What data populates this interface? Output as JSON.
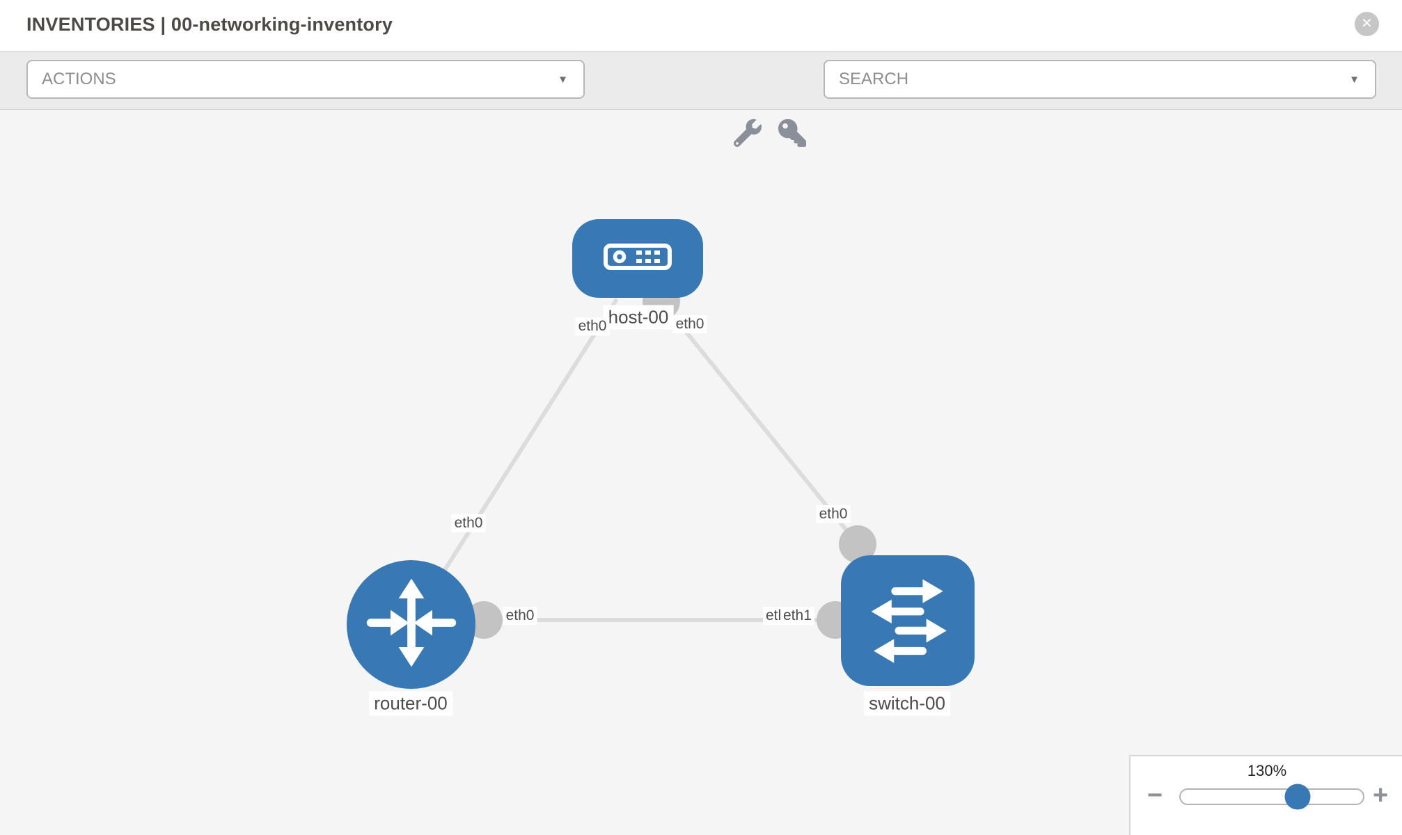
{
  "header": {
    "title": "INVENTORIES | 00-networking-inventory"
  },
  "toolbar": {
    "actions_label": "ACTIONS",
    "search_placeholder": "SEARCH"
  },
  "icons": {
    "close": "✕",
    "caret_down": "▼",
    "minus": "−",
    "plus": "+"
  },
  "topology": {
    "nodes": [
      {
        "id": "host-00",
        "label": "host-00",
        "type": "host"
      },
      {
        "id": "router-00",
        "label": "router-00",
        "type": "router"
      },
      {
        "id": "switch-00",
        "label": "switch-00",
        "type": "switch"
      }
    ],
    "links": [
      {
        "from": "router-00",
        "from_interface": "eth0",
        "to": "host-00",
        "to_interface": "eth0"
      },
      {
        "from": "host-00",
        "from_interface": "eth0",
        "to": "switch-00",
        "to_interface": "eth0"
      },
      {
        "from": "router-00",
        "from_interface": "eth0",
        "to": "switch-00",
        "to_interface": "eth1",
        "overlapped_interface_label": "eth0"
      }
    ]
  },
  "zoom": {
    "level": "130%",
    "slider_percent": 64
  },
  "colors": {
    "node_blue": "#3879b5",
    "link_gray": "#dcdcdc",
    "connector_gray": "#c3c3c3",
    "canvas_bg": "#f5f5f6",
    "toolbar_bg": "#ebebeb"
  }
}
